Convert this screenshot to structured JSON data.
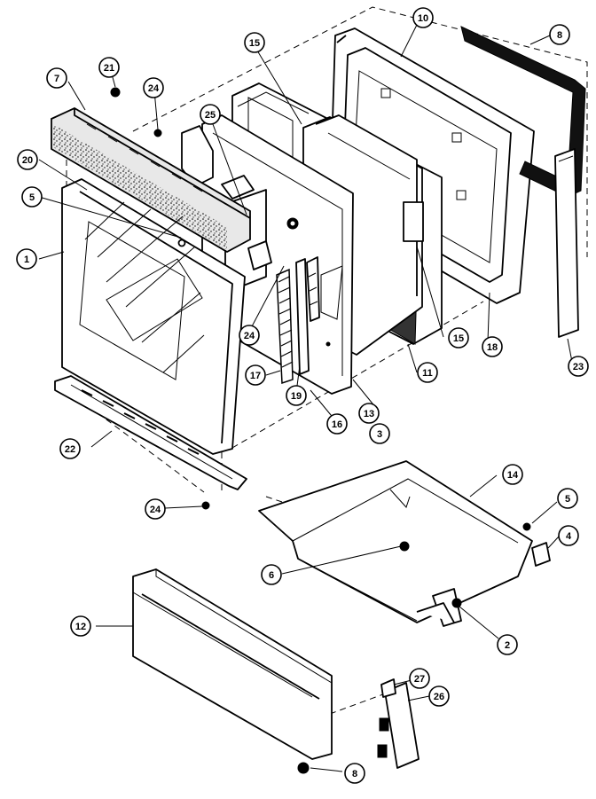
{
  "callouts": [
    {
      "id": "c1",
      "label": "1"
    },
    {
      "id": "c2",
      "label": "2"
    },
    {
      "id": "c3",
      "label": "3"
    },
    {
      "id": "c4",
      "label": "4"
    },
    {
      "id": "c5a",
      "label": "5"
    },
    {
      "id": "c5b",
      "label": "5"
    },
    {
      "id": "c6",
      "label": "6"
    },
    {
      "id": "c7",
      "label": "7"
    },
    {
      "id": "c8a",
      "label": "8"
    },
    {
      "id": "c8b",
      "label": "8"
    },
    {
      "id": "c10",
      "label": "10"
    },
    {
      "id": "c11",
      "label": "11"
    },
    {
      "id": "c12",
      "label": "12"
    },
    {
      "id": "c13",
      "label": "13"
    },
    {
      "id": "c14",
      "label": "14"
    },
    {
      "id": "c15a",
      "label": "15"
    },
    {
      "id": "c15b",
      "label": "15"
    },
    {
      "id": "c16",
      "label": "16"
    },
    {
      "id": "c17",
      "label": "17"
    },
    {
      "id": "c18",
      "label": "18"
    },
    {
      "id": "c19",
      "label": "19"
    },
    {
      "id": "c20",
      "label": "20"
    },
    {
      "id": "c21",
      "label": "21"
    },
    {
      "id": "c22",
      "label": "22"
    },
    {
      "id": "c23",
      "label": "23"
    },
    {
      "id": "c24a",
      "label": "24"
    },
    {
      "id": "c24b",
      "label": "24"
    },
    {
      "id": "c24c",
      "label": "24"
    },
    {
      "id": "c25",
      "label": "25"
    },
    {
      "id": "c26",
      "label": "26"
    },
    {
      "id": "c27",
      "label": "27"
    }
  ]
}
